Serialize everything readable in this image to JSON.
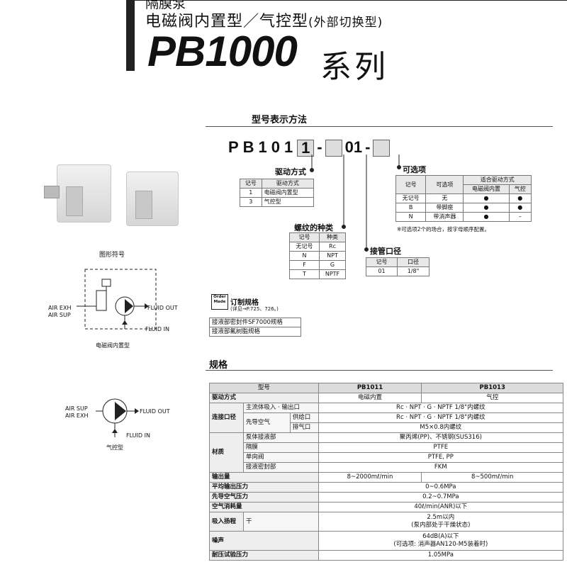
{
  "header": {
    "category": "隔膜泵",
    "subtitle_main": "电磁阀内置型／气控型",
    "subtitle_paren": "(外部切换型)",
    "model": "PB1000",
    "series": "系列"
  },
  "ordering": {
    "title": "型号表示方法",
    "code_prefix": "PB101",
    "code_box1": "1",
    "code_mid": "01",
    "dash": "-",
    "drive": {
      "title": "驱动方式",
      "headers": [
        "记号",
        "驱动方式"
      ],
      "rows": [
        [
          "1",
          "电磁阀内置型"
        ],
        [
          "3",
          "气控型"
        ]
      ]
    },
    "thread": {
      "title": "螺纹的种类",
      "headers": [
        "记号",
        "种类"
      ],
      "rows": [
        [
          "无记号",
          "Rc"
        ],
        [
          "N",
          "NPT"
        ],
        [
          "F",
          "G"
        ],
        [
          "T",
          "NPTF"
        ]
      ]
    },
    "port": {
      "title": "接管口径",
      "headers": [
        "记号",
        "口径"
      ],
      "rows": [
        [
          "01",
          "1/8\""
        ]
      ]
    },
    "option": {
      "title": "可选项",
      "headers": [
        "记号",
        "可选项",
        "适合驱动方式",
        "电磁阀内置",
        "气控"
      ],
      "rows": [
        [
          "无记号",
          "无",
          "●",
          "●"
        ],
        [
          "B",
          "带脚座",
          "●",
          "●"
        ],
        [
          "N",
          "带消声器",
          "●",
          "–"
        ]
      ],
      "note": "※可选项2个的场合，按字母顺序配置。"
    }
  },
  "symbols": {
    "title": "图形符号",
    "solenoid": {
      "air_exh": "AIR EXH",
      "air_sup": "AIR SUP",
      "fluid_out": "FLUID OUT",
      "fluid_in": "FLUID IN",
      "caption": "电磁阀内置型"
    },
    "air": {
      "air_sup": "AIR SUP",
      "air_exh": "AIR EXH",
      "fluid_out": "FLUID OUT",
      "fluid_in": "FLUID IN",
      "caption": "气控型"
    }
  },
  "order_made": {
    "logo_top": "Order",
    "logo_bottom": "Made",
    "title": "订制规格",
    "ref": "(详见→P.725、726。)",
    "rows": [
      "接液部密封件SF7000规格",
      "接液部氟树脂规格"
    ]
  },
  "spec": {
    "title": "规格",
    "col_model": "型号",
    "col_a": "PB1011",
    "col_b": "PB1013",
    "rows": {
      "drive": {
        "label": "驱动方式",
        "a": "电磁内置",
        "b": "气控"
      },
      "port": {
        "label": "连接口径",
        "main_label": "主流体吸入 · 输出口",
        "main_val": "Rc · NPT · G · NPTF 1/8\"内螺纹",
        "pilot_label": "先导空气",
        "supply_label": "供给口",
        "supply_val": "Rc · NPT · G · NPTF 1/8\"内螺纹",
        "exh_label": "排气口",
        "exh_val": "M5×0.8内螺纹"
      },
      "material": {
        "label": "材质",
        "body_label": "泵体接液部",
        "body_val": "聚丙烯(PP)、不锈钢(SUS316)",
        "diaphragm_label": "隔膜",
        "diaphragm_val": "PTFE",
        "check_label": "单向阀",
        "check_val": "PTFE, PP",
        "seal_label": "接液密封部",
        "seal_val": "FKM"
      },
      "flow": {
        "label": "输出量",
        "a": "8~2000mℓ/min",
        "b": "8~500mℓ/min"
      },
      "avg_pressure": {
        "label": "平均输出压力",
        "val": "0~0.6MPa"
      },
      "pilot_pressure": {
        "label": "先导空气压力",
        "val": "0.2~0.7MPa"
      },
      "air_consumption": {
        "label": "空气消耗量",
        "val": "40ℓ/min(ANR)以下"
      },
      "suction": {
        "label": "吸入扬程",
        "sub": "干",
        "val1": "2.5m以内",
        "val2": "(泵内部处于干燥状态)"
      },
      "noise": {
        "label": "噪声",
        "val1": "64dB(A)以下",
        "val2": "(可选项: 消声器AN120-M5装着时)"
      },
      "proof": {
        "label": "耐压试验压力",
        "val": "1.05MPa"
      }
    }
  }
}
